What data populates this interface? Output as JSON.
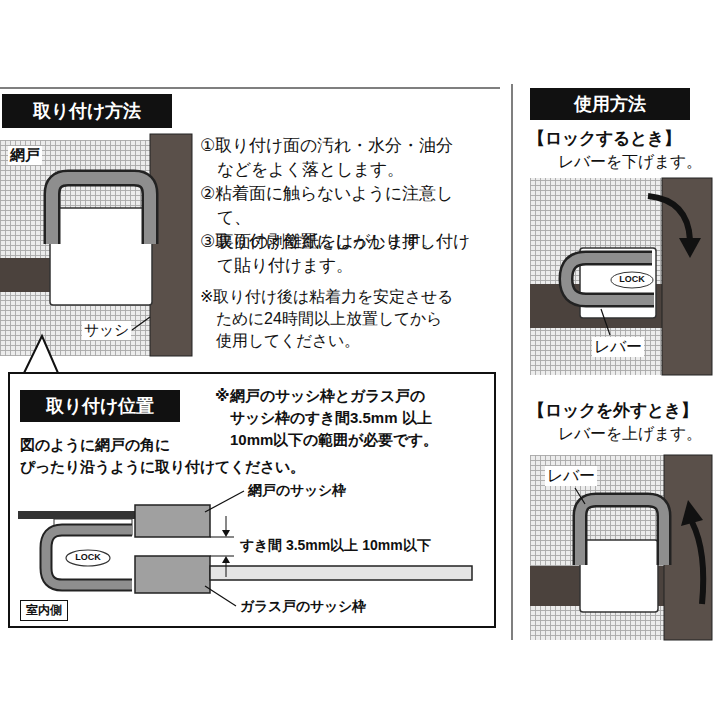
{
  "diagram": {
    "nodes": [
      {
        "text": [
          "取り付け方法"
        ]
      },
      {
        "text": [
          "※網戸のサッシ枠とガラス戸の サッシ枠のすき間3.5mm 以上 10mm以下の範囲が必要です。",
          "図のように網戸の角に ぴったり沿うように取り付けてください。"
        ]
      },
      {
        "text": [
          "取り付け位置"
        ],
        "in": 1
      },
      {
        "text": [
          "室内側"
        ],
        "in": 1
      },
      {
        "text": [
          "使用方法"
        ]
      }
    ],
    "labels": [
      "網戸",
      "①取り付け面の汚れ・水分・油分 などをよく落とします。",
      "②粘着面に触らないように注意し て、裏面の剥離紙をはがします。",
      "③取り付け位置にしっかり押し付け て貼り付けます。",
      "※取り付け後は粘着力を安定させる ために24時間以上放置してから 使用してください。",
      "サッシ",
      "網戸のサッシ枠",
      "すき間 3.5mm以上 10mm以下",
      "LOCK",
      "ガラス戸のサッシ枠",
      "【ロックするとき】",
      "レバーを下げます。",
      "LOCK",
      "レバー",
      "【ロックを外すとき】",
      "レバーを上げます。",
      "レバー"
    ]
  }
}
